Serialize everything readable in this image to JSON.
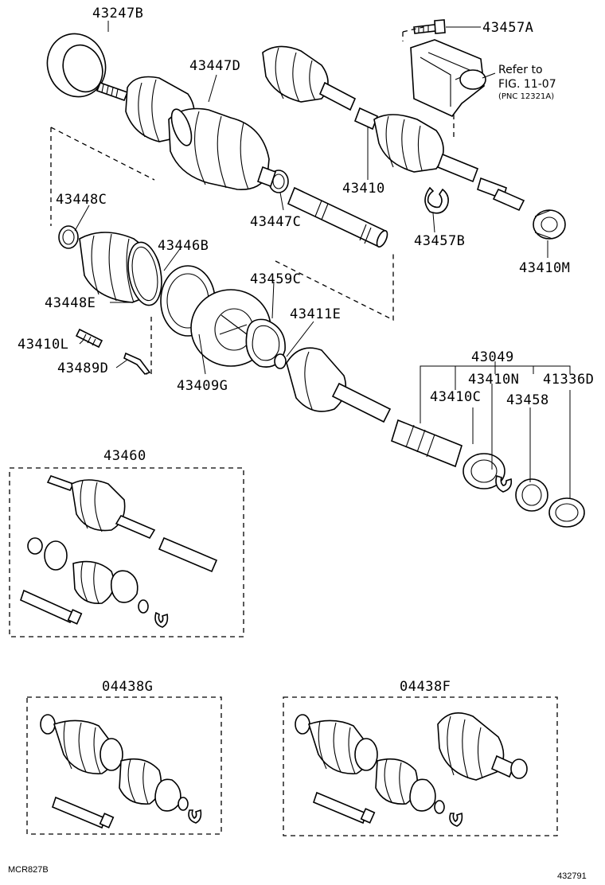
{
  "diagram": {
    "labels": {
      "p43247B": "43247B",
      "p43457A": "43457A",
      "p43447D": "43447D",
      "p43410": "43410",
      "p43447C": "43447C",
      "p43448C": "43448C",
      "p43446B": "43446B",
      "p43457B": "43457B",
      "p43410M": "43410M",
      "p43459C": "43459C",
      "p43448E": "43448E",
      "p43411E": "43411E",
      "p43410L": "43410L",
      "p43489D": "43489D",
      "p43409G": "43409G",
      "p43049": "43049",
      "p43410N": "43410N",
      "p41336D": "41336D",
      "p43410C": "43410C",
      "p43458": "43458",
      "p43460": "43460",
      "p04438G": "04438G",
      "p04438F": "04438F"
    },
    "reference": {
      "line1": "Refer to",
      "line2": "FIG. 11-07",
      "line3": "(PNC 12321A)"
    },
    "footer": {
      "left_code": "MCR827B",
      "right_code": "432791"
    }
  }
}
